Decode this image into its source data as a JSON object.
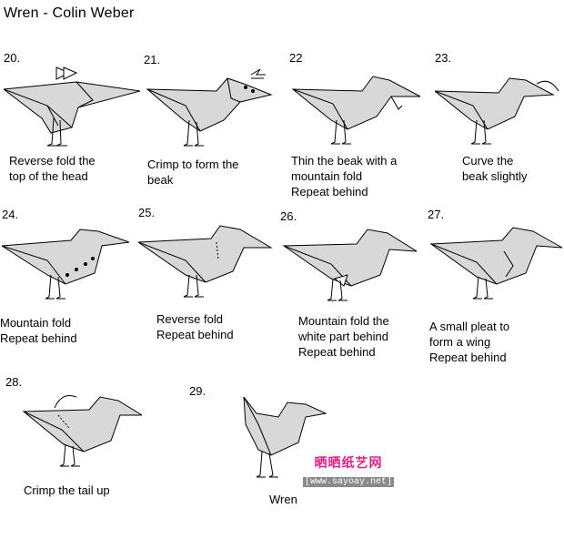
{
  "title": "Wren - Colin Weber",
  "colors": {
    "paper_fill": "#d8d8d8",
    "stroke": "#000000",
    "watermark_accent": "#e0218a"
  },
  "steps": [
    {
      "num": "20.",
      "caption": "Reverse fold the\ntop of the head"
    },
    {
      "num": "21.",
      "caption": "Crimp to form the\nbeak"
    },
    {
      "num": "22",
      "caption": "Thin the beak with a\nmountain fold\nRepeat behind"
    },
    {
      "num": "23.",
      "caption": "Curve the\nbeak slightly"
    },
    {
      "num": "24.",
      "caption": "Mountain fold\nRepeat behind"
    },
    {
      "num": "25.",
      "caption": "Reverse fold\nRepeat behind"
    },
    {
      "num": "26.",
      "caption": "Mountain fold the\nwhite part behind\nRepeat behind"
    },
    {
      "num": "27.",
      "caption": "A small pleat to\nform a wing\nRepeat behind"
    },
    {
      "num": "28.",
      "caption": "Crimp the tail up"
    },
    {
      "num": "29.",
      "caption": "Wren"
    }
  ],
  "watermark": {
    "chinese": "晒晒纸艺网",
    "url": "[www.sayoay.net]"
  }
}
